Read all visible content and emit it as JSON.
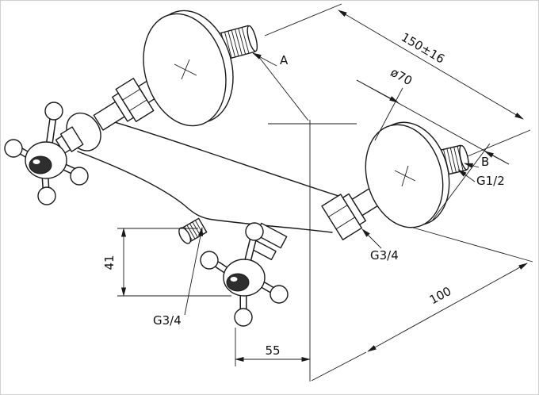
{
  "drawing": {
    "type": "technical-dimension-diagram",
    "subject": "wall-mounted two-handle mixer faucet with wall flanges, isometric line drawing",
    "colors": {
      "background": "#ffffff",
      "line": "#1a1a1a"
    },
    "annotations": {
      "dim_center_distance": "150±16",
      "connection_a": "A",
      "flange_diameter": "ø70",
      "connection_b": "B",
      "thread_size_b": "G1/2",
      "thread_union": "G3/4",
      "thread_outlet": "G3/4",
      "dim_outlet_height": "41",
      "dim_depth": "100",
      "dim_offset": "55"
    }
  }
}
